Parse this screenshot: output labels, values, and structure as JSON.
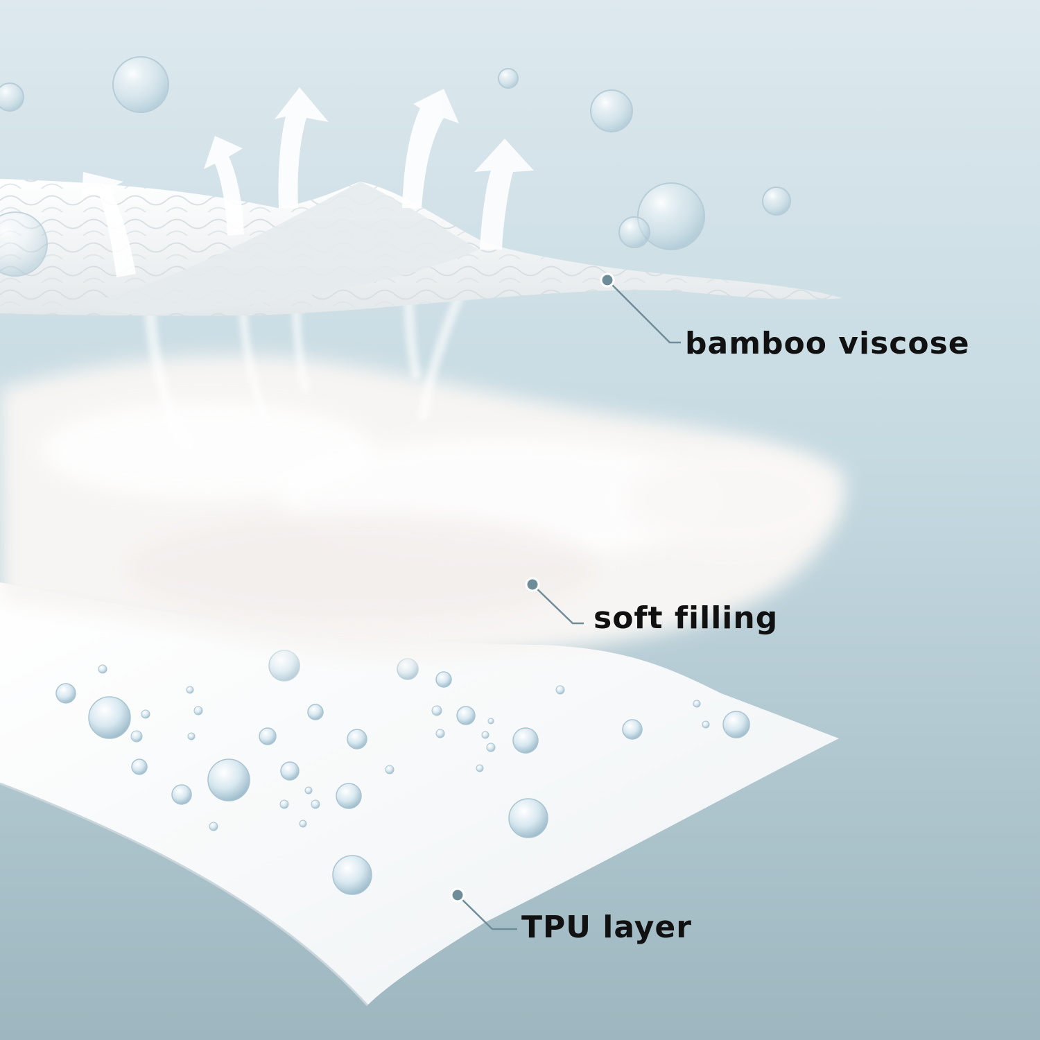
{
  "labels": {
    "top_layer": "bamboo viscose",
    "middle_layer": "soft filling",
    "bottom_layer": "TPU layer"
  },
  "colors": {
    "background_top": "#dbe8ec",
    "background_bottom": "#9fb7c0",
    "leader_line": "#6f8d99",
    "label_text": "#111111",
    "layer_white": "#ffffff"
  }
}
